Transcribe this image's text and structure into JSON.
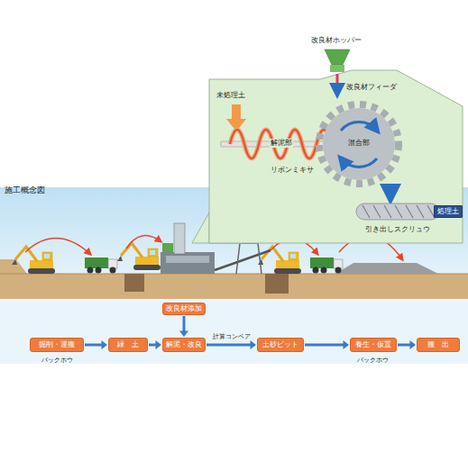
{
  "diagram": {
    "title": "施工概念図",
    "nodes": [
      {
        "text": [
          "処理土"
        ]
      },
      {
        "text": [
          "改良材添加"
        ]
      },
      {
        "text": [
          "掘削・運搬"
        ]
      },
      {
        "text": [
          "緑　土"
        ]
      },
      {
        "text": [
          "解泥・改良"
        ]
      },
      {
        "text": [
          "土砂ピット"
        ]
      },
      {
        "text": [
          "養生・仮置"
        ]
      },
      {
        "text": [
          "搬　出"
        ]
      }
    ],
    "edges": [
      {
        "from": 2,
        "to": 3,
        "arrow": "to"
      },
      {
        "from": 3,
        "to": 4,
        "arrow": "to"
      },
      {
        "from": 4,
        "to": 5,
        "label": "計算コンベア",
        "arrow": "to"
      },
      {
        "from": 5,
        "to": 6,
        "arrow": "to"
      },
      {
        "from": 6,
        "to": 7,
        "arrow": "to"
      },
      {
        "from": 1,
        "to": 4,
        "arrow": "to"
      }
    ],
    "labels": [
      "未処理土",
      "改良材ホッパー",
      "改良材フィーダ",
      "解泥部",
      "混合部",
      "リボンミキサ",
      "引き出しスクリュウ",
      "バックホウ",
      "バックホウ"
    ]
  }
}
